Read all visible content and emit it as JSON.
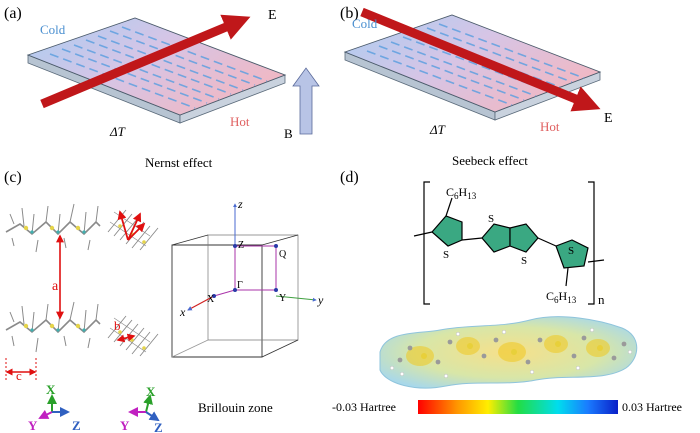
{
  "panels": {
    "a": {
      "label": "(a)",
      "cold": "Cold",
      "hot": "Hot",
      "delta_t": "ΔT",
      "field_e": "E",
      "field_b": "B",
      "caption": "Nernst effect"
    },
    "b": {
      "label": "(b)",
      "cold": "Cold",
      "hot": "Hot",
      "delta_t": "ΔT",
      "field_e": "E",
      "caption": "Seebeck effect"
    },
    "c": {
      "label": "(c)",
      "dim_a": "a",
      "dim_b": "b",
      "dim_c": "c",
      "axes_left": {
        "x": "X",
        "y": "Y",
        "z": "Z"
      },
      "axes_right": {
        "x": "X",
        "y": "Y",
        "z": "Z"
      },
      "bz_points": {
        "z_axis": "z",
        "y_axis": "y",
        "x_axis": "x",
        "Z": "Z",
        "Q": "Q",
        "Gamma": "Γ",
        "X": "X",
        "Y": "Y"
      },
      "caption": "Brillouin zone"
    },
    "d": {
      "label": "(d)",
      "sub_top": "C6H13",
      "sub_bottom": "C6H13",
      "repeat": "n",
      "sulfur": "S",
      "colorbar_min": "-0.03 Hartree",
      "colorbar_max": "0.03 Hartree"
    }
  },
  "colors": {
    "cold_text": "#4a8fd0",
    "hot_text": "#e06060",
    "arrow_red": "#c0171a",
    "b_arrow": "#b8c4e6",
    "axis_x": "#2aa02a",
    "axis_y": "#c020c0",
    "axis_z": "#3060c0",
    "thiophene": "#3aa882"
  }
}
